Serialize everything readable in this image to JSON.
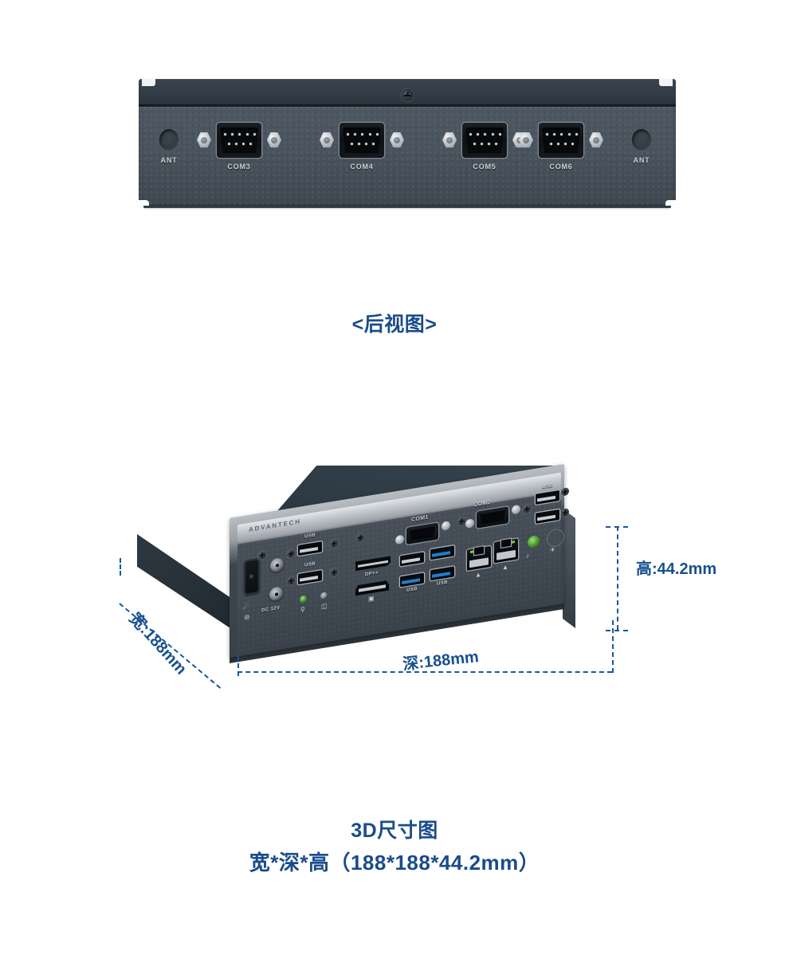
{
  "page": {
    "background": "#ffffff",
    "accent_blue": "#16508f",
    "dimension_line_color": "#19579e",
    "chassis_dark": "#2f3a42",
    "panel_gray": "#4a545e"
  },
  "rear_view": {
    "caption": "<后视图>",
    "ports": [
      {
        "label": "ANT",
        "type": "antenna-hole"
      },
      {
        "label": "COM3",
        "type": "db9-serial"
      },
      {
        "label": "COM4",
        "type": "db9-serial"
      },
      {
        "label": "COM5",
        "type": "db9-serial"
      },
      {
        "label": "COM6",
        "type": "db9-serial"
      },
      {
        "label": "ANT",
        "type": "antenna-hole"
      }
    ],
    "com_labels": [
      "COM3",
      "COM4",
      "COM5",
      "COM6"
    ],
    "ant_label": "ANT"
  },
  "three_d_view": {
    "brand": "ADVANTECH",
    "dimensions": {
      "width": {
        "label": "宽:188mm",
        "value": 188,
        "unit": "mm"
      },
      "depth": {
        "label": "深:188mm",
        "value": 188,
        "unit": "mm"
      },
      "height": {
        "label": "高:44.2mm",
        "value": 44.2,
        "unit": "mm"
      }
    },
    "front_panel": {
      "power_label": "DC 12V",
      "usb_top_label": "USB",
      "usb_mid_label": "USB",
      "dp_label": "DP++",
      "usb_bottom_left_label": "USB",
      "usb_bottom_right_label": "USB",
      "com1_label": "COM1",
      "com2_label": "COM2",
      "usb_right_label": "USB",
      "indicator_power_icon": "power-led-icon",
      "indicator_hdd_icon": "hdd-led-icon",
      "hdmi_icon": "display-icon",
      "lan_icon": "network-icon",
      "audio_out_icon": "line-out-icon",
      "audio_in_icon": "mic-in-icon",
      "ground_icon": "ground-icon",
      "fan_icon": "fan-icon"
    }
  },
  "bottom_caption": {
    "line1": "3D尺寸图",
    "line2": "宽*深*高（188*188*44.2mm）"
  }
}
